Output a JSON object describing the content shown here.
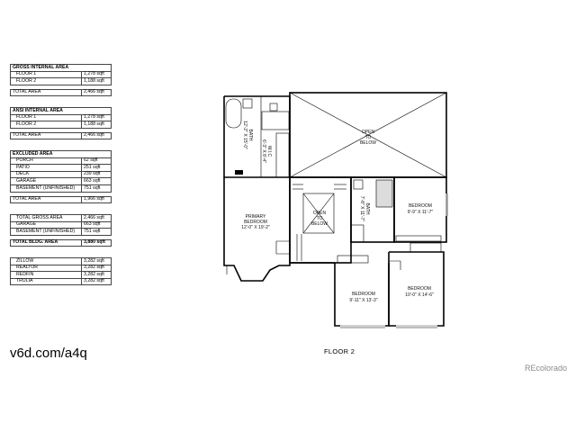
{
  "tables": {
    "gross": {
      "title": "GROSS INTERNAL AREA",
      "rows": [
        {
          "label": "FLOOR 1",
          "value": "1,278 sqft"
        },
        {
          "label": "FLOOR 2",
          "value": "1,188 sqft"
        }
      ],
      "total_label": "TOTAL AREA",
      "total_value": "2,466 sqft"
    },
    "ansi": {
      "title": "ANSI INTERNAL AREA",
      "rows": [
        {
          "label": "FLOOR 1",
          "value": "1,278 sqft"
        },
        {
          "label": "FLOOR 2",
          "value": "1,188 sqft"
        }
      ],
      "total_label": "TOTAL AREA",
      "total_value": "2,466 sqft"
    },
    "excluded": {
      "title": "EXCLUDED AREA",
      "rows": [
        {
          "label": "PORCH",
          "value": "62 sqft"
        },
        {
          "label": "PATIO",
          "value": "251 sqft"
        },
        {
          "label": "DECK",
          "value": "239 sqft"
        },
        {
          "label": "GARAGE",
          "value": "663 sqft"
        },
        {
          "label": "BASEMENT (UNFINISHED)",
          "value": "751 sqft"
        }
      ],
      "total_label": "TOTAL AREA",
      "total_value": "1,966 sqft"
    },
    "totals": {
      "rows": [
        {
          "label": "TOTAL GROSS AREA",
          "value": "2,466 sqft"
        },
        {
          "label": "GARAGE",
          "value": "663 sqft"
        },
        {
          "label": "BASEMENT (UNFINISHED)",
          "value": "751 sqft"
        }
      ],
      "total_label": "TOTAL BLDG. AREA",
      "total_value": "3,880 sqft"
    },
    "estimates": {
      "rows": [
        {
          "label": "ZILLOW",
          "value": "3,282 sqft"
        },
        {
          "label": "REALTOR",
          "value": "3,282 sqft"
        },
        {
          "label": "REDFIN",
          "value": "3,282 sqft"
        },
        {
          "label": "TRULIA",
          "value": "3,282 sqft"
        }
      ]
    }
  },
  "short_url": "v6d.com/a4q",
  "brand": "REcolorado",
  "floor_label": "FLOOR 2",
  "plan": {
    "open_below_top": [
      "OPEN",
      "TO",
      "BELOW"
    ],
    "open_below_stair": [
      "OPEN",
      "TO",
      "BELOW"
    ],
    "primary_bath": [
      "BATH",
      "12'-2\" X 15'-0\""
    ],
    "wic": [
      "W.I.C",
      "6'-3\" X 8'-4\""
    ],
    "primary_bedroom": [
      "PRIMARY",
      "BEDROOM",
      "12'-0\" X 19'-2\""
    ],
    "bath2": [
      "BATH",
      "7'-8\" X 11'-7\""
    ],
    "bedroom_ne": [
      "BEDROOM",
      "9'-9\" X 11'-7\""
    ],
    "bedroom_sw": [
      "BEDROOM",
      "9'-11\" X 13'-3\""
    ],
    "bedroom_se": [
      "BEDROOM",
      "10'-0\" X 14'-6\""
    ]
  }
}
